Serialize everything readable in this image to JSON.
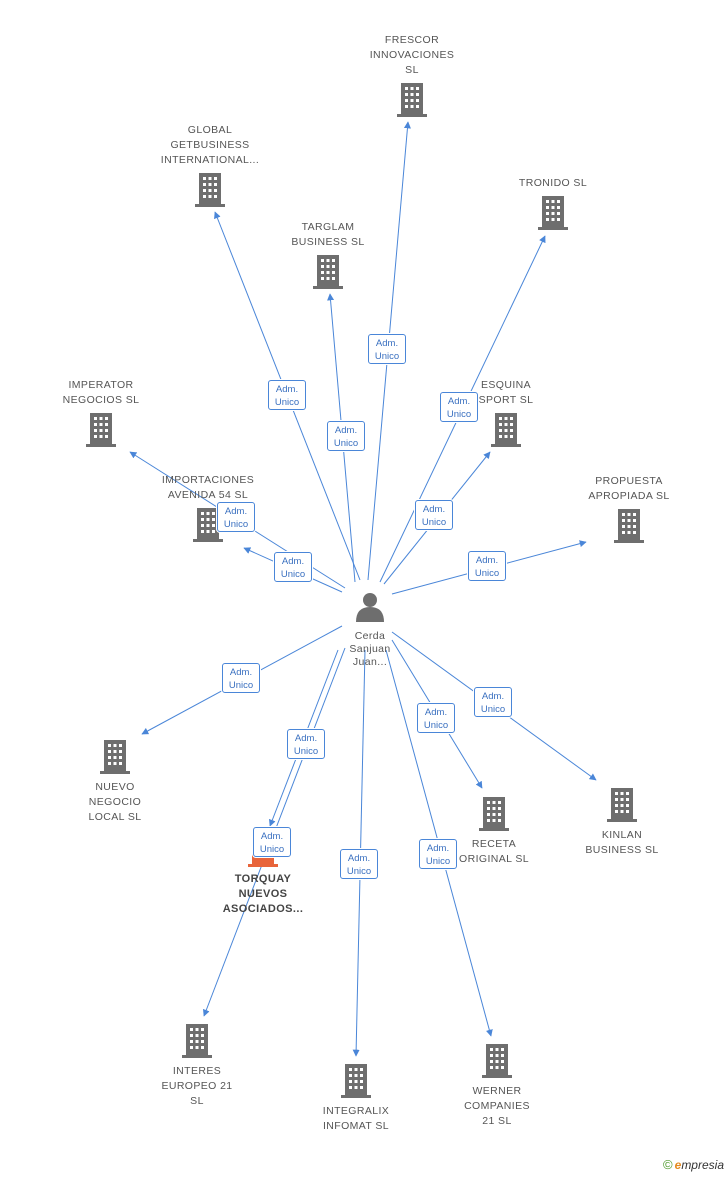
{
  "center": {
    "label": "Cerda\nSanjuan\nJuan..."
  },
  "nodes": [
    {
      "id": "frescor",
      "label": "FRESCOR\nINNOVACIONES\nSL",
      "highlight": false
    },
    {
      "id": "global",
      "label": "GLOBAL\nGETBUSINESS\nINTERNATIONAL...",
      "highlight": false
    },
    {
      "id": "tronido",
      "label": "TRONIDO SL",
      "highlight": false
    },
    {
      "id": "targlam",
      "label": "TARGLAM\nBUSINESS SL",
      "highlight": false
    },
    {
      "id": "imperator",
      "label": "IMPERATOR\nNEGOCIOS SL",
      "highlight": false
    },
    {
      "id": "esquina",
      "label": "ESQUINA\nSPORT SL",
      "highlight": false
    },
    {
      "id": "importaciones",
      "label": "IMPORTACIONES\nAVENIDA 54 SL",
      "highlight": false
    },
    {
      "id": "propuesta",
      "label": "PROPUESTA\nAPROPIADA SL",
      "highlight": false
    },
    {
      "id": "nuevo",
      "label": "NUEVO\nNEGOCIO\nLOCAL SL",
      "highlight": false
    },
    {
      "id": "kinlan",
      "label": "KINLAN\nBUSINESS SL",
      "highlight": false
    },
    {
      "id": "receta",
      "label": "RECETA\nORIGINAL SL",
      "highlight": false
    },
    {
      "id": "torquay",
      "label": "TORQUAY\nNUEVOS\nASOCIADOS...",
      "highlight": true
    },
    {
      "id": "interes",
      "label": "INTERES\nEUROPEO 21\nSL",
      "highlight": false
    },
    {
      "id": "integralix",
      "label": "INTEGRALIX\nINFOMAT SL",
      "highlight": false
    },
    {
      "id": "werner",
      "label": "WERNER\nCOMPANIES\n21 SL",
      "highlight": false
    }
  ],
  "edge_label": "Adm.\nUnico",
  "edges": [
    {
      "to": "frescor",
      "label": "Adm.\nUnico"
    },
    {
      "to": "global",
      "label": "Adm.\nUnico"
    },
    {
      "to": "tronido",
      "label": "Adm.\nUnico"
    },
    {
      "to": "targlam",
      "label": "Adm.\nUnico"
    },
    {
      "to": "imperator",
      "label": "Adm.\nUnico"
    },
    {
      "to": "esquina",
      "label": "Adm.\nUnico"
    },
    {
      "to": "importaciones",
      "label": "Adm.\nUnico"
    },
    {
      "to": "propuesta",
      "label": "Adm.\nUnico"
    },
    {
      "to": "nuevo",
      "label": "Adm.\nUnico"
    },
    {
      "to": "kinlan",
      "label": "Adm.\nUnico"
    },
    {
      "to": "receta",
      "label": "Adm.\nUnico"
    },
    {
      "to": "torquay",
      "label": "Adm.\nUnico"
    },
    {
      "to": "interes",
      "label": "Adm.\nUnico"
    },
    {
      "to": "integralix",
      "label": "Adm.\nUnico"
    },
    {
      "to": "werner",
      "label": "Adm.\nUnico"
    }
  ],
  "colors": {
    "edge": "#4a86d8",
    "building": "#6e6e6e",
    "highlight_building": "#e8643a",
    "person": "#6e6e6e"
  },
  "watermark": {
    "symbol": "©",
    "brand_initial": "e",
    "brand_rest": "mpresia"
  }
}
